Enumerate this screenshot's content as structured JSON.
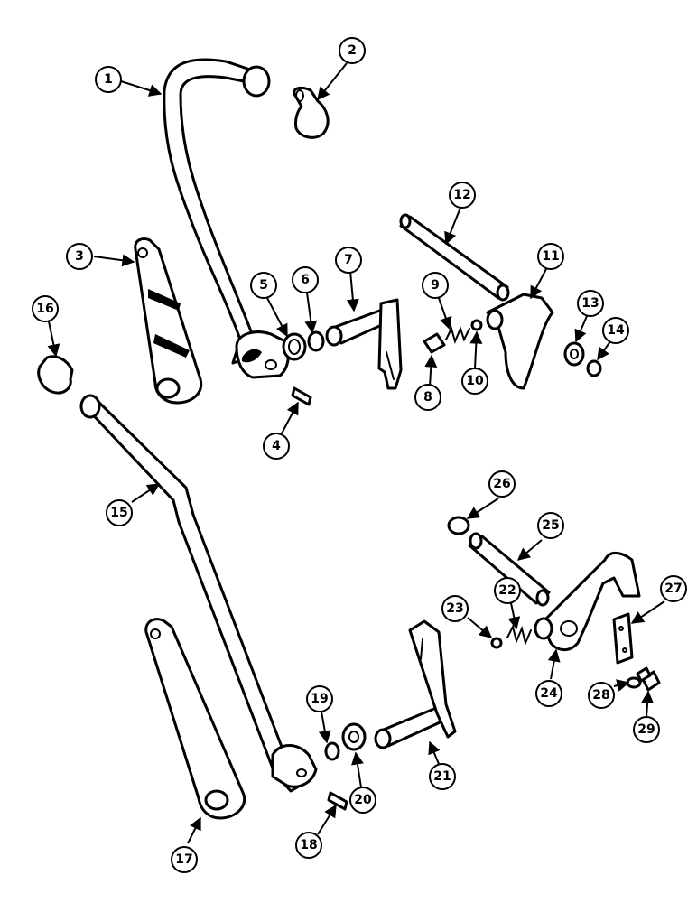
{
  "callouts": [
    {
      "id": "1",
      "label": "1"
    },
    {
      "id": "2",
      "label": "2"
    },
    {
      "id": "3",
      "label": "3"
    },
    {
      "id": "4",
      "label": "4"
    },
    {
      "id": "5",
      "label": "5"
    },
    {
      "id": "6",
      "label": "6"
    },
    {
      "id": "7",
      "label": "7"
    },
    {
      "id": "8",
      "label": "8"
    },
    {
      "id": "9",
      "label": "9"
    },
    {
      "id": "10",
      "label": "10"
    },
    {
      "id": "11",
      "label": "11"
    },
    {
      "id": "12",
      "label": "12"
    },
    {
      "id": "13",
      "label": "13"
    },
    {
      "id": "14",
      "label": "14"
    },
    {
      "id": "15",
      "label": "15"
    },
    {
      "id": "16",
      "label": "16"
    },
    {
      "id": "17",
      "label": "17"
    },
    {
      "id": "18",
      "label": "18"
    },
    {
      "id": "19",
      "label": "19"
    },
    {
      "id": "20",
      "label": "20"
    },
    {
      "id": "21",
      "label": "21"
    },
    {
      "id": "22",
      "label": "22"
    },
    {
      "id": "23",
      "label": "23"
    },
    {
      "id": "24",
      "label": "24"
    },
    {
      "id": "25",
      "label": "25"
    },
    {
      "id": "26",
      "label": "26"
    },
    {
      "id": "27",
      "label": "27"
    },
    {
      "id": "28",
      "label": "28"
    },
    {
      "id": "29",
      "label": "29"
    }
  ]
}
